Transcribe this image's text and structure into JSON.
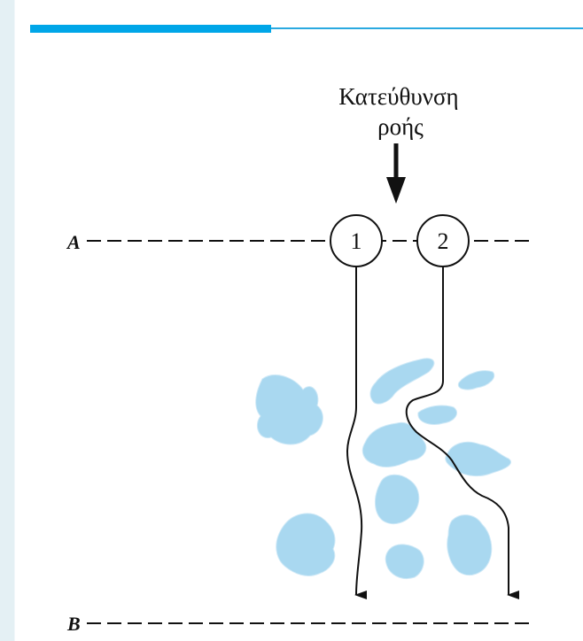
{
  "caption": {
    "line1": "Κατεύθυνση",
    "line2": "ροής"
  },
  "lines": {
    "a_label": "A",
    "b_label": "B"
  },
  "particles": {
    "p1_label": "1",
    "p2_label": "2"
  },
  "colors": {
    "accent_bar": "#00a6e8",
    "accent_line": "#2aa9e0",
    "grain_fill": "#a9d8f0",
    "stroke": "#111111"
  }
}
